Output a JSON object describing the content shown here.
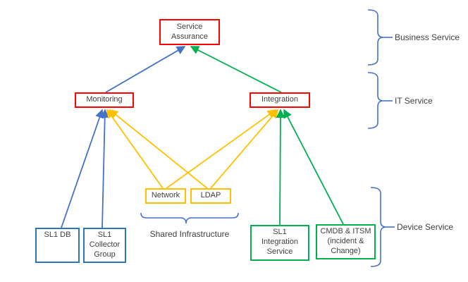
{
  "diagram": {
    "nodes": {
      "service_assurance": {
        "label": "Service\nAssurance",
        "border_color": "#FF0000",
        "tier": "Business Service"
      },
      "monitoring": {
        "label": "Monitoring",
        "border_color": "#FF0000",
        "tier": "IT Service"
      },
      "integration": {
        "label": "Integration",
        "border_color": "#FF0000",
        "tier": "IT Service"
      },
      "network": {
        "label": "Network",
        "border_color": "#FFC000",
        "group": "Shared Infrastructure"
      },
      "ldap": {
        "label": "LDAP",
        "border_color": "#FFC000",
        "group": "Shared Infrastructure"
      },
      "sl1_db": {
        "label": "SL1 DB",
        "border_color": "#2E75B6",
        "tier": "Device Service"
      },
      "sl1_collector_group": {
        "label": "SL1\nCollector\nGroup",
        "border_color": "#2E75B6",
        "tier": "Device Service"
      },
      "sl1_integration_service": {
        "label": "SL1\nIntegration\nService",
        "border_color": "#00B050",
        "tier": "Device Service"
      },
      "cmdb_itsm": {
        "label": "CMDB & ITSM\n(incident &\nChange)",
        "border_color": "#00B050",
        "tier": "Device Service"
      }
    },
    "edges": [
      {
        "from": "monitoring",
        "to": "service_assurance",
        "color": "#4472C4"
      },
      {
        "from": "integration",
        "to": "service_assurance",
        "color": "#00B050"
      },
      {
        "from": "sl1_db",
        "to": "monitoring",
        "color": "#4472C4"
      },
      {
        "from": "sl1_collector_group",
        "to": "monitoring",
        "color": "#4472C4"
      },
      {
        "from": "network",
        "to": "monitoring",
        "color": "#FFC000"
      },
      {
        "from": "ldap",
        "to": "monitoring",
        "color": "#FFC000"
      },
      {
        "from": "network",
        "to": "integration",
        "color": "#FFC000"
      },
      {
        "from": "ldap",
        "to": "integration",
        "color": "#FFC000"
      },
      {
        "from": "sl1_integration_service",
        "to": "integration",
        "color": "#00B050"
      },
      {
        "from": "cmdb_itsm",
        "to": "integration",
        "color": "#00B050"
      }
    ],
    "tiers": [
      {
        "label": "Business Service"
      },
      {
        "label": "IT Service"
      },
      {
        "label": "Device Service"
      }
    ],
    "group_label": "Shared Infrastructure",
    "colors": {
      "red": "#FF0000",
      "blue_line": "#4472C4",
      "blue_box": "#2E75B6",
      "gold": "#FFC000",
      "green": "#00B050",
      "text": "#404040"
    }
  }
}
